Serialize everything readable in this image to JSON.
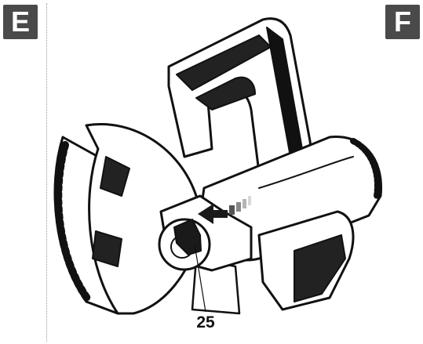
{
  "section_badges": {
    "left": "E",
    "right": "F"
  },
  "callout_number": "25",
  "colors": {
    "badge": "#4a4a4a",
    "ink": "#111111",
    "arrow": "#1a1a1a"
  },
  "illustration": {
    "subject": "miter-saw-head-lock-knob",
    "direction_arrow": "left"
  }
}
